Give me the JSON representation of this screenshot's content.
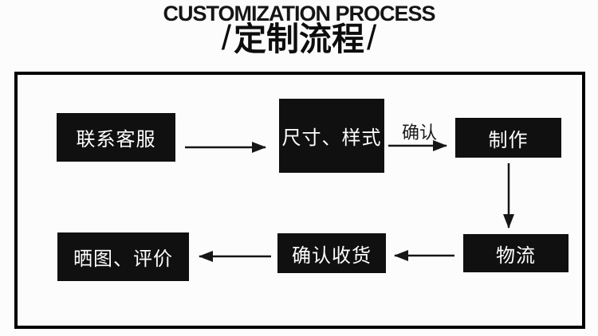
{
  "header": {
    "title_en": "CUSTOMIZATION PROCESS",
    "title_zh_left_slash": "/",
    "title_zh": "定制流程",
    "title_zh_right_slash": "/"
  },
  "flowchart": {
    "nodes": [
      {
        "id": "contact-service",
        "label": "联系客服"
      },
      {
        "id": "size-style",
        "label": "尺寸、样式"
      },
      {
        "id": "production",
        "label": "制作"
      },
      {
        "id": "logistics",
        "label": "物流"
      },
      {
        "id": "confirm-receipt",
        "label": "确认收货"
      },
      {
        "id": "share-review",
        "label": "晒图、评价"
      }
    ],
    "edges": [
      {
        "from": "contact-service",
        "to": "size-style",
        "label": ""
      },
      {
        "from": "size-style",
        "to": "production",
        "label": "确认"
      },
      {
        "from": "production",
        "to": "logistics",
        "label": ""
      },
      {
        "from": "logistics",
        "to": "confirm-receipt",
        "label": ""
      },
      {
        "from": "confirm-receipt",
        "to": "share-review",
        "label": ""
      }
    ],
    "colors": {
      "node_background": "#101010",
      "node_text": "#ffffff",
      "frame_border": "#000000",
      "page_background": "#fdfcfc",
      "arrow": "#161616"
    }
  }
}
